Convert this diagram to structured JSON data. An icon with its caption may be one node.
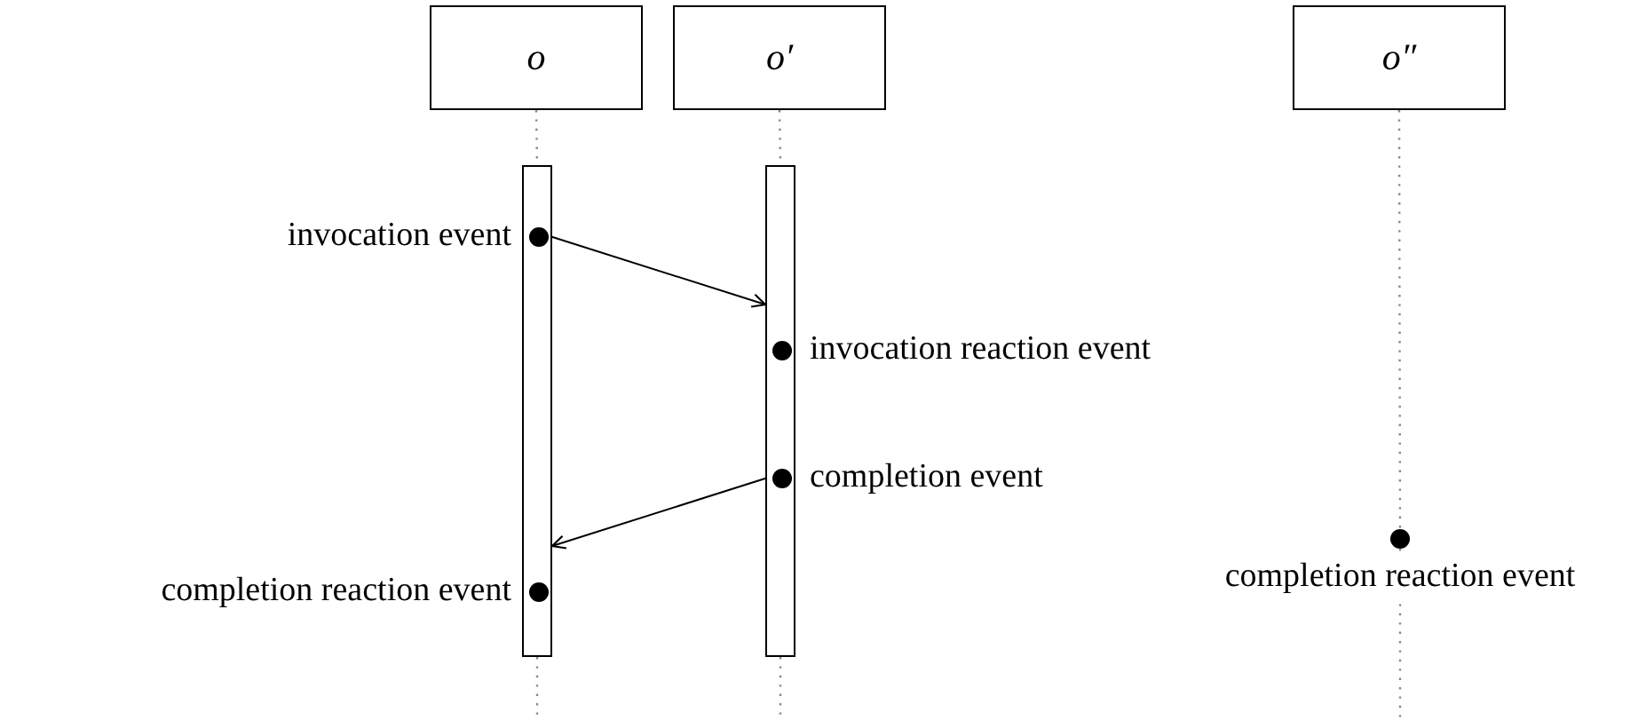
{
  "diagram": {
    "nodes": [
      {
        "text": [
          "o"
        ]
      },
      {
        "text": [
          "o′"
        ]
      },
      {
        "text": [
          "o″"
        ]
      },
      {
        "text": [],
        "shape": "bar"
      },
      {
        "text": [],
        "shape": "bar"
      },
      {
        "text": [],
        "shape": "circle",
        "in": 3,
        "beside": [
          "invocation event"
        ]
      },
      {
        "text": [],
        "shape": "circle",
        "in": 4,
        "beside": [
          "invocation reaction event"
        ]
      },
      {
        "text": [],
        "shape": "circle",
        "in": 4,
        "beside": [
          "completion event"
        ]
      },
      {
        "text": [],
        "shape": "circle",
        "in": 3,
        "beside": [
          "completion reaction event"
        ]
      },
      {
        "text": [],
        "shape": "circle",
        "beside": [
          "completion reaction event"
        ]
      }
    ],
    "edges": [
      {
        "from": 5,
        "to": 4,
        "arrow": "to",
        "color": "#000000"
      },
      {
        "from": 7,
        "to": 3,
        "arrow": "to",
        "color": "#000000"
      },
      {
        "from": 0,
        "to": 3,
        "arrow": "none",
        "style": "dashed"
      },
      {
        "from": 1,
        "to": 4,
        "arrow": "none",
        "style": "dashed"
      },
      {
        "from": 2,
        "to": 9,
        "arrow": "none",
        "style": "dashed"
      },
      {
        "from": 3,
        "to": null,
        "arrow": "none",
        "style": "dashed"
      },
      {
        "from": 4,
        "to": null,
        "arrow": "none",
        "style": "dashed"
      },
      {
        "from": 9,
        "to": null,
        "arrow": "none",
        "style": "dashed"
      }
    ]
  }
}
